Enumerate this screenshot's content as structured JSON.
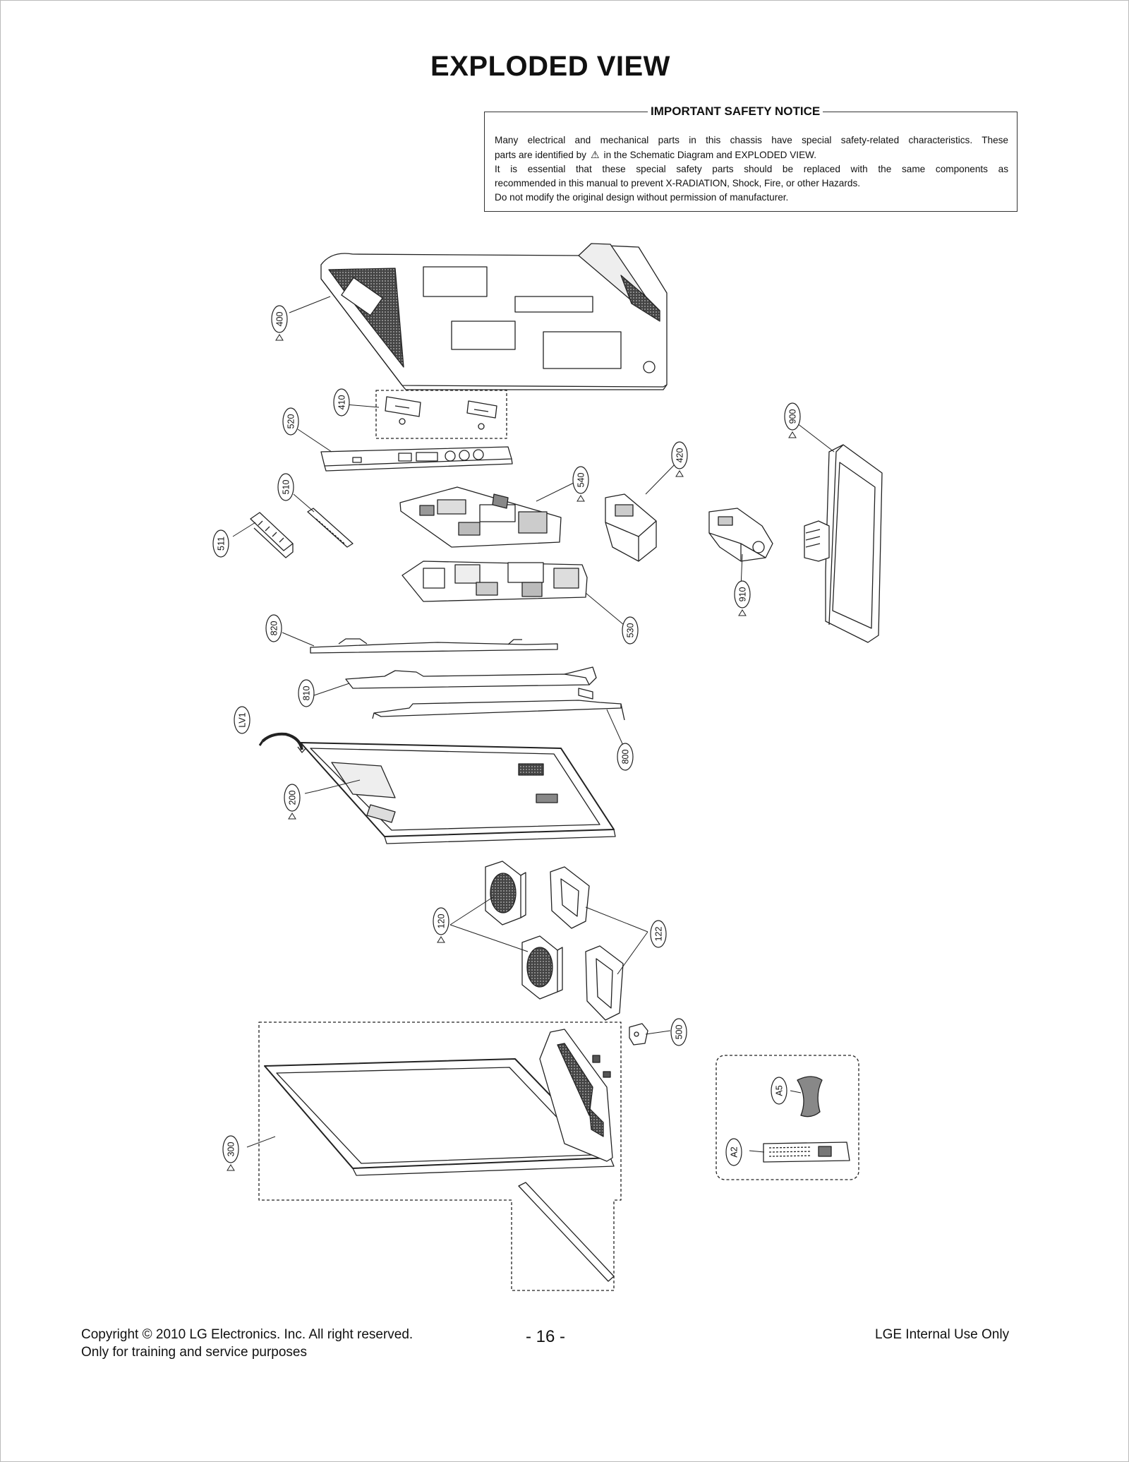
{
  "header": {
    "title": "EXPLODED VIEW"
  },
  "notice": {
    "title": "IMPORTANT SAFETY NOTICE",
    "line1": "Many electrical and mechanical parts in this chassis have special safety-related characteristics. These",
    "line2_pre": "parts are identified by",
    "line2_symbol": "⚠",
    "line2_post": "in the Schematic Diagram and EXPLODED VIEW.",
    "line3": "It is essential that these special safety parts should be replaced with the same components as",
    "line4": "recommended in this manual to prevent X-RADIATION, Shock, Fire, or other Hazards.",
    "line5": "Do not modify the original design without permission of manufacturer."
  },
  "parts": {
    "p400": "400",
    "p410": "410",
    "p520": "520",
    "p510": "510",
    "p511": "511",
    "p540": "540",
    "p420": "420",
    "p900": "900",
    "p910": "910",
    "p530": "530",
    "p820": "820",
    "p810": "810",
    "pLV1": "LV1",
    "p800": "800",
    "p200": "200",
    "p120": "120",
    "p122": "122",
    "p500": "500",
    "p300": "300",
    "pA5": "A5",
    "pA2": "A2"
  },
  "footer": {
    "copyright": "Copyright © 2010 LG Electronics. Inc. All right reserved.",
    "training": "Only for training and service purposes",
    "page": "- 16 -",
    "internal": "LGE Internal Use Only"
  }
}
